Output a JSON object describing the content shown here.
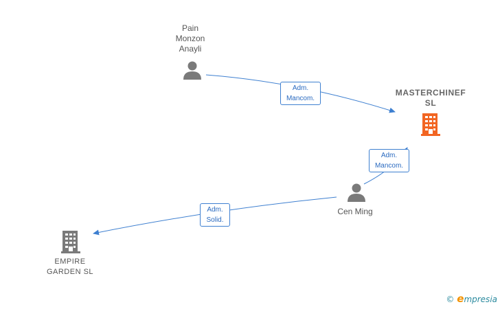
{
  "nodes": {
    "pain": {
      "label": "Pain\nMonzon\nAnayli",
      "type": "person"
    },
    "masterchinef": {
      "label": "MASTERCHINEF\nSL",
      "type": "company",
      "highlight": true
    },
    "cen_ming": {
      "label": "Cen Ming",
      "type": "person"
    },
    "empire": {
      "label": "EMPIRE\nGARDEN  SL",
      "type": "company"
    }
  },
  "edges": [
    {
      "from": "pain",
      "to": "masterchinef",
      "role_line1": "Adm.",
      "role_line2": "Mancom."
    },
    {
      "from": "cen_ming",
      "to": "masterchinef",
      "role_line1": "Adm.",
      "role_line2": "Mancom."
    },
    {
      "from": "cen_ming",
      "to": "empire",
      "role_line1": "Adm.",
      "role_line2": "Solid."
    }
  ],
  "colors": {
    "edge": "#3d7fd0",
    "person_icon": "#7a7a7a",
    "company_icon": "#7a7a7a",
    "company_highlight": "#f26522"
  },
  "watermark": {
    "copyright": "©",
    "e": "e",
    "brand": "mpresia"
  }
}
